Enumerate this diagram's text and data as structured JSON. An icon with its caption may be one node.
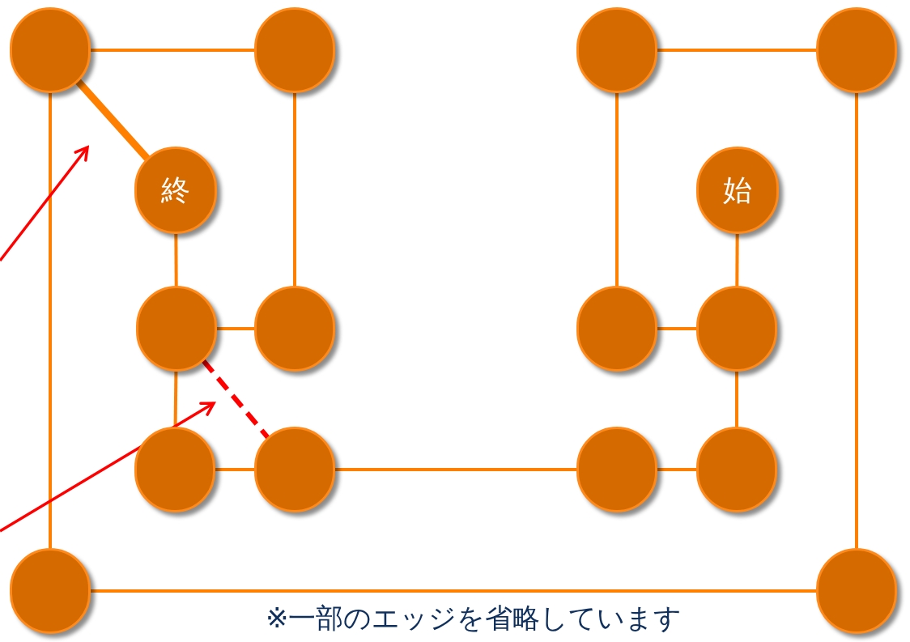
{
  "diagram": {
    "nodes": [
      {
        "text": [],
        "shape": "circle"
      },
      {
        "text": [],
        "shape": "circle"
      },
      {
        "text": [],
        "shape": "circle"
      },
      {
        "text": [],
        "shape": "circle"
      },
      {
        "text": [
          "終"
        ]
      },
      {
        "text": [
          "始"
        ]
      },
      {
        "text": [],
        "shape": "circle"
      },
      {
        "text": [],
        "shape": "circle"
      },
      {
        "text": [],
        "shape": "circle"
      },
      {
        "text": [],
        "shape": "circle"
      },
      {
        "text": [],
        "shape": "circle"
      },
      {
        "text": [],
        "shape": "circle"
      },
      {
        "text": [],
        "shape": "circle"
      },
      {
        "text": [],
        "shape": "circle"
      },
      {
        "text": [],
        "shape": "circle"
      },
      {
        "text": [],
        "shape": "circle"
      }
    ],
    "edges": [
      {
        "from": 0,
        "to": 1,
        "arrow": "none"
      },
      {
        "from": 0,
        "to": 4,
        "arrow": "none",
        "style": "thick"
      },
      {
        "from": 0,
        "to": 14,
        "arrow": "none"
      },
      {
        "from": 1,
        "to": 7,
        "arrow": "none"
      },
      {
        "from": 2,
        "to": 3,
        "arrow": "none"
      },
      {
        "from": 2,
        "to": 8,
        "arrow": "none"
      },
      {
        "from": 3,
        "to": 15,
        "arrow": "none"
      },
      {
        "from": 4,
        "to": 6,
        "arrow": "none"
      },
      {
        "from": 5,
        "to": 9,
        "arrow": "none"
      },
      {
        "from": 6,
        "to": 7,
        "arrow": "none"
      },
      {
        "from": 8,
        "to": 9,
        "arrow": "none"
      },
      {
        "from": 6,
        "to": 10,
        "arrow": "none"
      },
      {
        "from": 6,
        "to": 11,
        "arrow": "none",
        "style": "dashed",
        "color": "#ff0000"
      },
      {
        "from": 9,
        "to": 13,
        "arrow": "none"
      },
      {
        "from": 10,
        "to": 11,
        "arrow": "none"
      },
      {
        "from": 11,
        "to": 12,
        "arrow": "none"
      },
      {
        "from": 12,
        "to": 13,
        "arrow": "none"
      },
      {
        "from": 14,
        "to": 15,
        "arrow": "none"
      }
    ],
    "labels": [
      "※一部のエッジを省略しています"
    ]
  }
}
